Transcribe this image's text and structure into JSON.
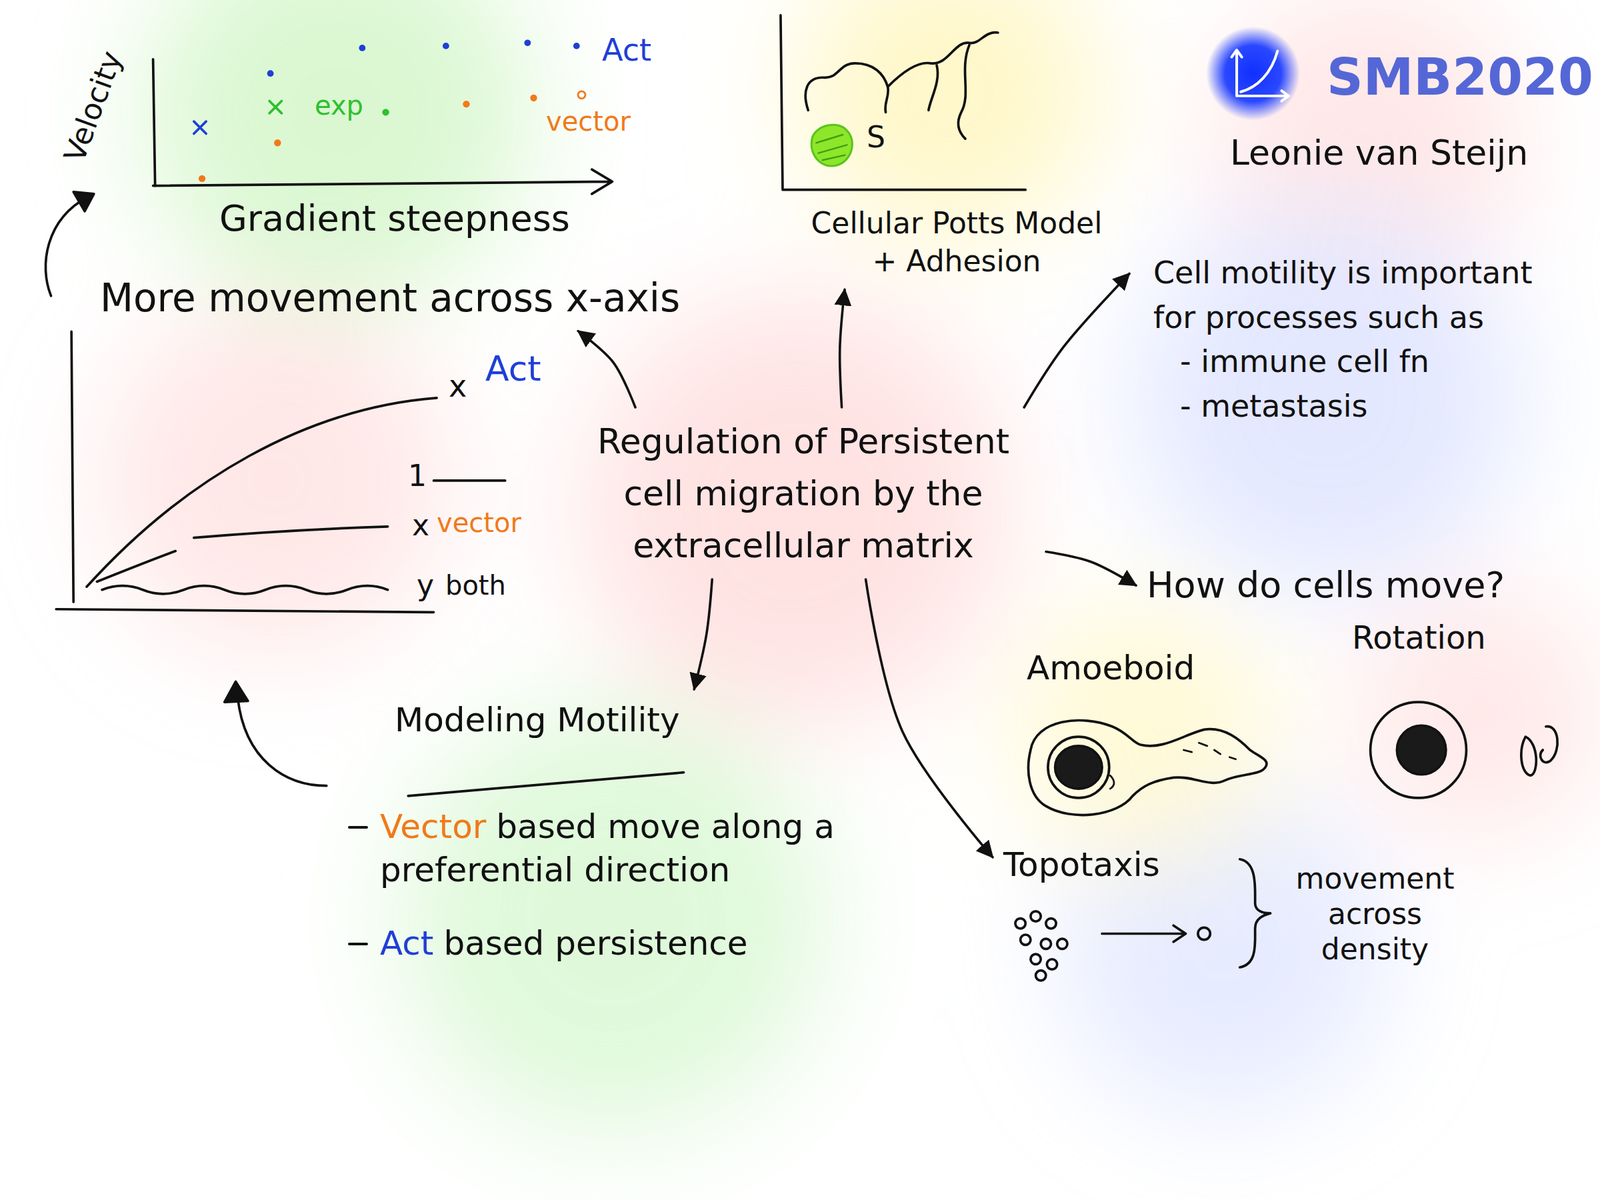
{
  "diagram": {
    "nodes": [
      {
        "text": [
          "Regulation of Persistent cell migration by the extracellular matrix"
        ]
      },
      {
        "text": [
          "Cellular Potts Model + Adhesion"
        ]
      },
      {
        "text": [
          "Cell motility is important for processes such as",
          "- immune cell fn",
          "- metastasis"
        ]
      },
      {
        "text": [
          "How do cells move?"
        ]
      },
      {
        "text": [
          "Topotaxis",
          "movement across density"
        ]
      },
      {
        "text": [
          "Modeling Motility",
          "Vector",
          "based move along a preferential direction",
          "Act",
          "based persistence"
        ]
      },
      {
        "text": [
          "More movement across x-axis"
        ]
      }
    ],
    "edges": [
      {
        "from": 0,
        "to": 1,
        "arrow": "to"
      },
      {
        "from": 0,
        "to": 2,
        "arrow": "to"
      },
      {
        "from": 0,
        "to": 3,
        "arrow": "to"
      },
      {
        "from": 0,
        "to": 4,
        "arrow": "to"
      },
      {
        "from": 0,
        "to": 5,
        "arrow": "to"
      },
      {
        "from": 0,
        "to": 6,
        "arrow": "to"
      }
    ],
    "labels": [
      "Velocity",
      "Act",
      "exp",
      "vector",
      "Gradient steepness",
      "S",
      "SMB2020",
      "Leonie van Steijn",
      "x",
      "Act",
      "1",
      "x",
      "vector",
      "y",
      "both",
      "Amoeboid",
      "Rotation"
    ]
  }
}
